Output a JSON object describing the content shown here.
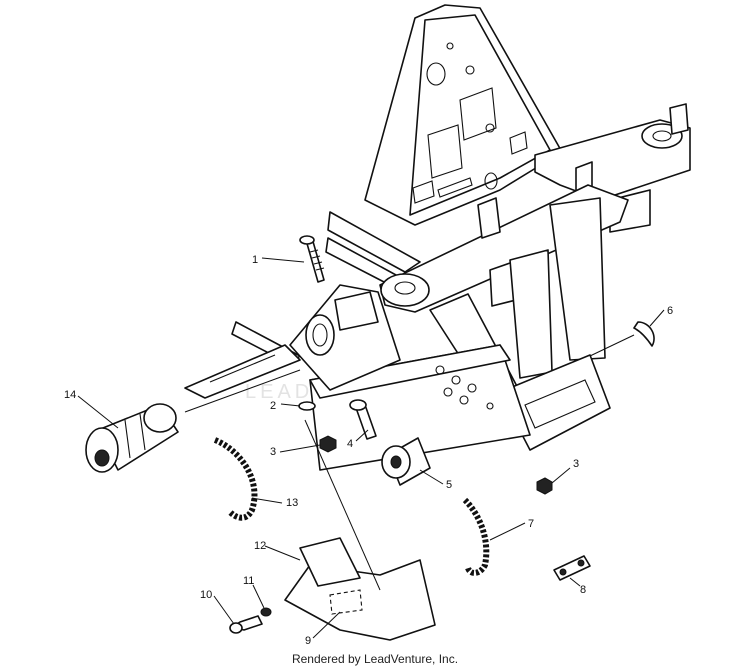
{
  "diagram": {
    "callouts": [
      "1",
      "2",
      "3",
      "4",
      "5",
      "6",
      "7",
      "8",
      "9",
      "10",
      "11",
      "12",
      "13",
      "14",
      "3"
    ]
  },
  "watermark_text": "LEADVENTURE",
  "footer": {
    "credit": "Rendered by LeadVenture, Inc."
  }
}
